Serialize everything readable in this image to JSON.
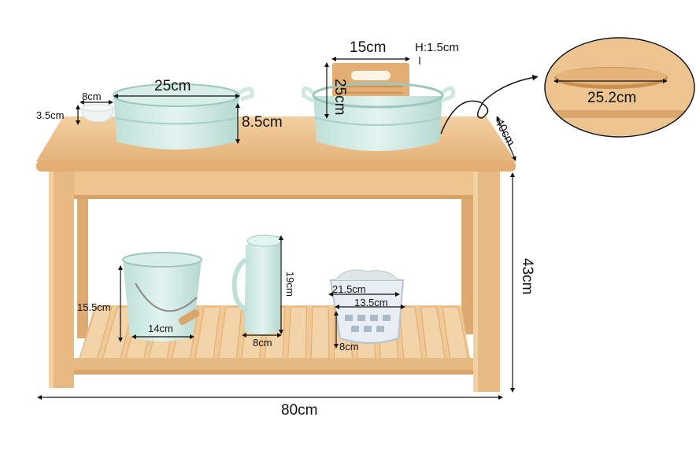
{
  "product": {
    "colors": {
      "wood": "#EBC08C",
      "wood_dark": "#D9A56A",
      "metal": "#CFE9E2",
      "metal_dark": "#A9CFC5",
      "line": "#111111"
    },
    "dimensions": {
      "width": "80cm",
      "height": "43cm",
      "depth": "40cm",
      "handle_width": "25.2cm"
    },
    "items": {
      "small_bowl": {
        "diameter": "8cm",
        "height": "3.5cm"
      },
      "large_tub": {
        "diameter": "25cm",
        "height": "8.5cm"
      },
      "washboard": {
        "width": "15cm",
        "height": "25cm",
        "thickness": "H:1.5cm"
      },
      "bucket": {
        "height": "15.5cm",
        "diameter": "14cm"
      },
      "pitcher": {
        "height": "19cm",
        "width": "8cm"
      },
      "basket": {
        "length": "21.5cm",
        "width": "13.5cm",
        "height": "8cm"
      }
    }
  }
}
